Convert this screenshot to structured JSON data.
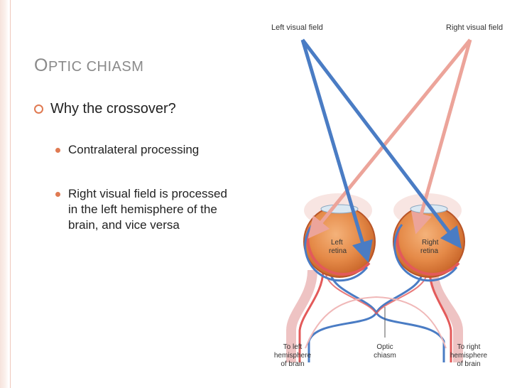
{
  "slide": {
    "title_first": "O",
    "title_rest": "ptic chiasm",
    "bullets": [
      {
        "text": "Why the crossover?",
        "icon": "ring-bullet-icon"
      },
      {
        "text": "Contralateral processing",
        "icon": "dot-bullet-icon"
      },
      {
        "text": "Right visual field is processed in the left hemisphere of the brain, and vice versa",
        "icon": "dot-bullet-icon"
      }
    ]
  },
  "diagram": {
    "left_field": "Left visual field",
    "right_field": "Right visual field",
    "left_retina": [
      "Left",
      "retina"
    ],
    "right_retina": [
      "Right",
      "retina"
    ],
    "chiasm": [
      "Optic",
      "chiasm"
    ],
    "to_left": [
      "To left",
      "hemisphere",
      "of brain"
    ],
    "to_right": [
      "To right",
      "hemisphere",
      "of brain"
    ],
    "colors": {
      "blue": "#4a7cc4",
      "pink": "#eca49a",
      "eye": "#d9752f",
      "accent": "#e07a52"
    }
  }
}
